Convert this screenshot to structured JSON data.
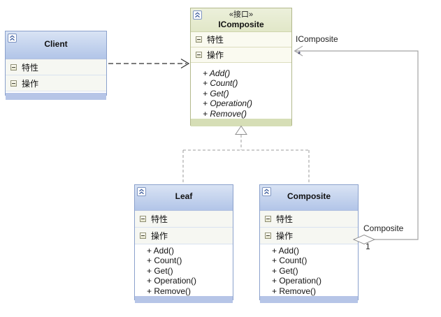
{
  "classes": [
    {
      "name": "Client",
      "stereotype": "",
      "sections": [
        "特性",
        "操作"
      ],
      "operations": []
    },
    {
      "name": "IComposite",
      "stereotype": "«接口»",
      "sections": [
        "特性",
        "操作"
      ],
      "operations": [
        "+ Add()",
        "+ Count()",
        "+ Get()",
        "+ Operation()",
        "+ Remove()"
      ]
    },
    {
      "name": "Leaf",
      "stereotype": "",
      "sections": [
        "特性",
        "操作"
      ],
      "operations": [
        "+ Add()",
        "+ Count()",
        "+ Get()",
        "+ Operation()",
        "+ Remove()"
      ]
    },
    {
      "name": "Composite",
      "stereotype": "",
      "sections": [
        "特性",
        "操作"
      ],
      "operations": [
        "+ Add()",
        "+ Count()",
        "+ Get()",
        "+ Operation()",
        "+ Remove()"
      ]
    }
  ],
  "relations": {
    "dependency": {
      "from": "Client",
      "to": "IComposite",
      "style": "dashed-open-arrow"
    },
    "realization": {
      "from": [
        "Leaf",
        "Composite"
      ],
      "to": "IComposite",
      "style": "dashed-hollow-triangle"
    },
    "aggregation": {
      "owner": "Composite",
      "target": "IComposite",
      "target_role": "IComposite",
      "target_multiplicity": "*",
      "owner_role": "Composite",
      "owner_multiplicity": "1",
      "style": "solid-hollow-diamond-open-arrow"
    }
  },
  "icons": {
    "collapse_chevron": "double-chevron-up",
    "section_toggle": "minus-box"
  },
  "colors": {
    "class_header_top": "#d9e3f4",
    "class_header_bottom": "#b2c5e8",
    "class_border": "#8ba1cc",
    "class_footer": "#b6c5e7",
    "interface_header_top": "#ecf0db",
    "interface_header_bottom": "#e1e7c8",
    "interface_border": "#b2b88c",
    "interface_footer": "#d6deb6",
    "dependency_line": "#2e2e2e",
    "association_line": "#a3a3a3",
    "canvas_background": "#ffffff"
  }
}
